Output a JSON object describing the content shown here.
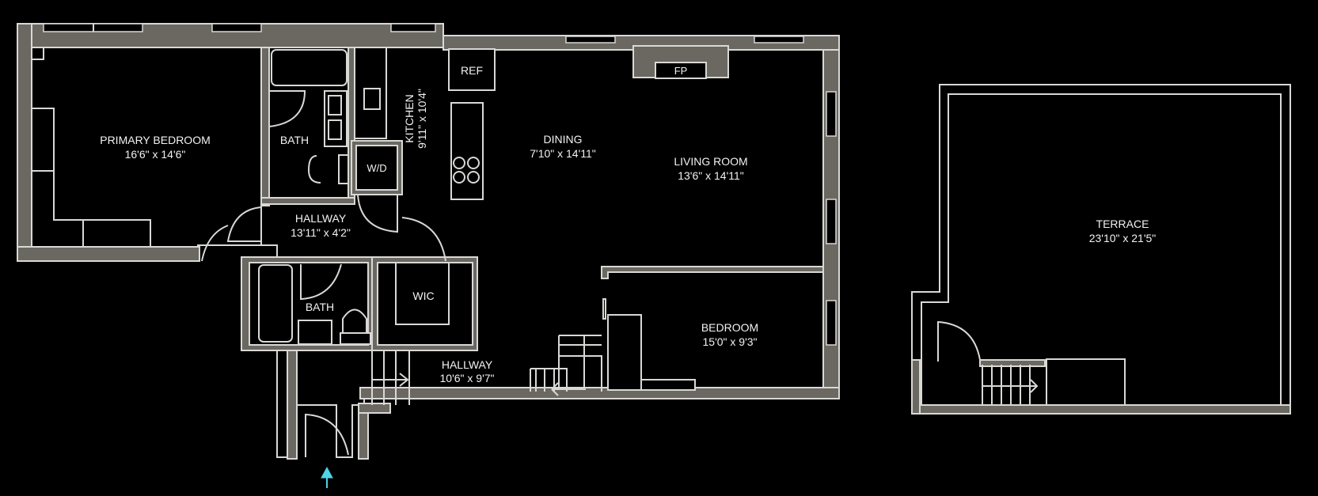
{
  "floorplan": {
    "colors": {
      "background": "#000000",
      "wall_fill": "#6b6862",
      "line": "#d8d8d6",
      "text": "#f2f2f2",
      "entry_arrow": "#4fd3e6"
    },
    "rooms": {
      "primary_bedroom": {
        "name": "PRIMARY BEDROOM",
        "dims": "16'6\" x 14'6\""
      },
      "bath_1": {
        "name": "BATH"
      },
      "kitchen": {
        "name": "KITCHEN",
        "dims": "9'11\" x 10'4\""
      },
      "ref": {
        "name": "REF"
      },
      "wd": {
        "name": "W/D"
      },
      "dining": {
        "name": "DINING",
        "dims": "7'10\" x 14'11\""
      },
      "living_room": {
        "name": "LIVING ROOM",
        "dims": "13'6\" x 14'11\""
      },
      "fireplace": {
        "name": "FP"
      },
      "hallway_1": {
        "name": "HALLWAY",
        "dims": "13'11\" x 4'2\""
      },
      "bath_2": {
        "name": "BATH"
      },
      "wic": {
        "name": "WIC"
      },
      "hallway_2": {
        "name": "HALLWAY",
        "dims": "10'6\" x 9'7\""
      },
      "bedroom": {
        "name": "BEDROOM",
        "dims": "15'0\" x 9'3\""
      },
      "terrace": {
        "name": "TERRACE",
        "dims": "23'10\" x 21'5\""
      }
    },
    "icons": {
      "entry": "entry-arrow-icon",
      "stairs_up": "stairs-arrow-icon"
    }
  }
}
